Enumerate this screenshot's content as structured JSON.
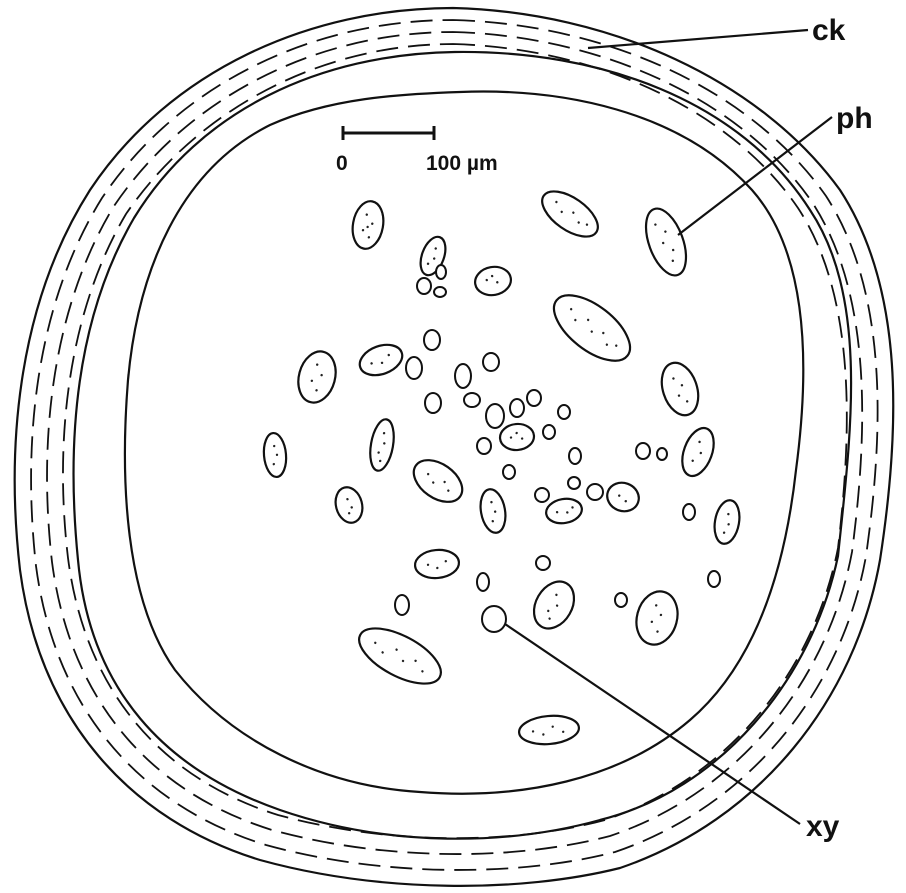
{
  "labels": {
    "cork": "ck",
    "phloem": "ph",
    "xylem": "xy"
  },
  "scale_bar": {
    "start": "0",
    "end": "100 µm"
  }
}
